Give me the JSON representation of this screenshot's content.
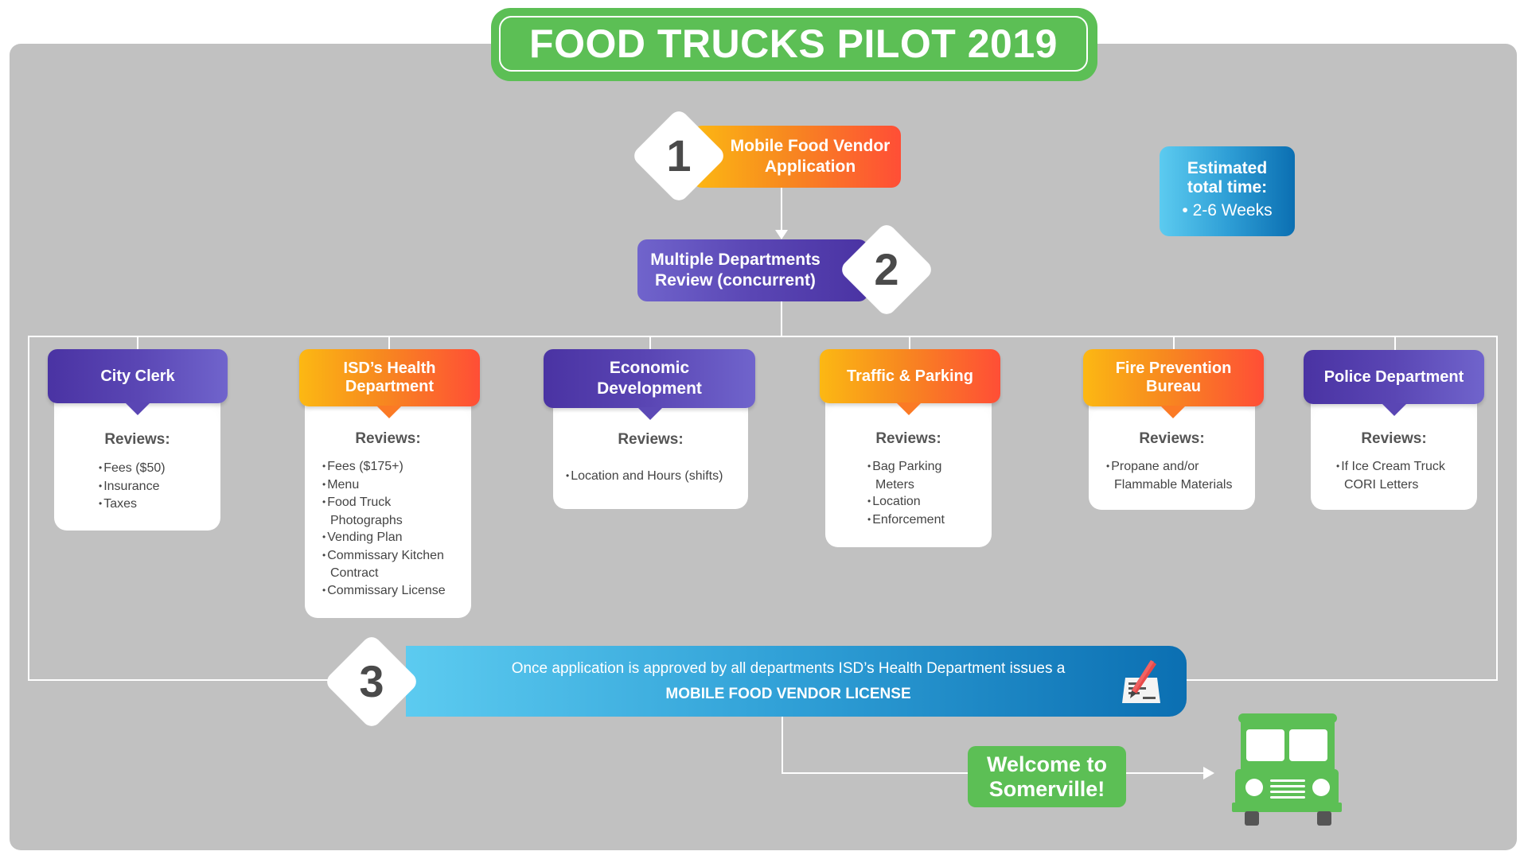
{
  "title": "FOOD TRUCKS PILOT 2019",
  "steps": [
    {
      "number": "1",
      "label_line1": "Mobile Food Vendor",
      "label_line2": "Application"
    },
    {
      "number": "2",
      "label_line1": "Multiple Departments",
      "label_line2": "Review (concurrent)"
    },
    {
      "number": "3",
      "label_line1": "Once application is approved by all departments ISD’s Health Department issues a",
      "label_line2": "MOBILE FOOD VENDOR LICENSE",
      "icon": "license-pen-icon"
    }
  ],
  "estimate": {
    "line1": "Estimated",
    "line2": "total time:",
    "value": "• 2-6 Weeks"
  },
  "reviews_label": "Reviews:",
  "departments": [
    {
      "name_line1": "City Clerk",
      "name_line2": "",
      "color": "purple",
      "reviews": [
        "Fees ($50)",
        "Insurance",
        "Taxes"
      ]
    },
    {
      "name_line1": "ISD’s Health",
      "name_line2": "Department",
      "color": "orange",
      "reviews": [
        "Fees ($175+)",
        "Menu",
        "Food Truck Photographs",
        "Vending Plan",
        "Commissary Kitchen Contract",
        "Commissary License"
      ]
    },
    {
      "name_line1": "Economic",
      "name_line2": "Development",
      "color": "purple",
      "reviews": [
        "Location and Hours (shifts)"
      ]
    },
    {
      "name_line1": "Traffic & Parking",
      "name_line2": "",
      "color": "orange",
      "reviews": [
        "Bag Parking Meters",
        "Location",
        "Enforcement"
      ]
    },
    {
      "name_line1": "Fire Prevention",
      "name_line2": "Bureau",
      "color": "orange",
      "reviews": [
        "Propane and/or Flammable Materials"
      ]
    },
    {
      "name_line1": "Police Department",
      "name_line2": "",
      "color": "purple",
      "reviews": [
        "If Ice Cream Truck CORI Letters"
      ]
    }
  ],
  "welcome": {
    "line1": "Welcome to",
    "line2": "Somerville!"
  },
  "truck_icon": "food-truck-icon",
  "colors": {
    "green": "#5cbf55",
    "orange_start": "#fcb813",
    "orange_end": "#ff4e36",
    "purple_start": "#4a33a3",
    "purple_end": "#7064cc",
    "blue_start": "#5ccbf0",
    "blue_end": "#0b6fb2",
    "panel_gray": "#c1c1c1"
  }
}
